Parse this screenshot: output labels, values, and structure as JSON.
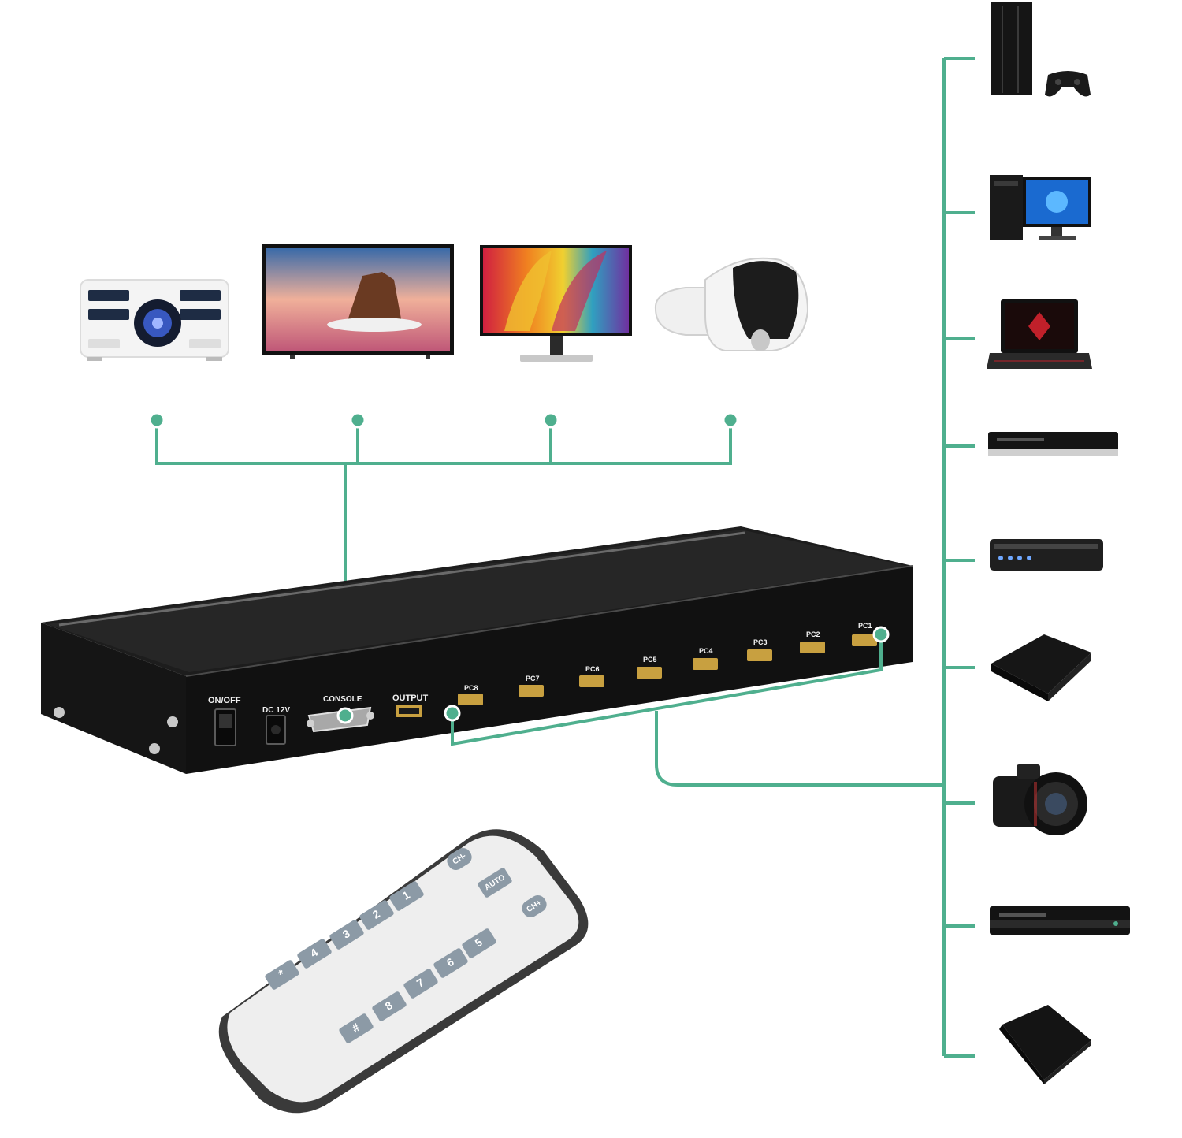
{
  "colors": {
    "connector": "#4faf8e",
    "device_body": "#1e1e1e",
    "device_front": "#141414",
    "hdmi_gold": "#c8a040",
    "remote_body": "#eeeeee",
    "remote_frame": "#3a3a3a",
    "remote_key": "#8c9aa6"
  },
  "switch_panel": {
    "power_label": "ON/OFF",
    "dc_label": "DC 12V",
    "console_label": "CONSOLE",
    "output_label": "OUTPUT",
    "inputs": [
      "PC8",
      "PC7",
      "PC6",
      "PC5",
      "PC4",
      "PC3",
      "PC2",
      "PC1"
    ]
  },
  "remote": {
    "keys": [
      "CH-",
      "AUTO",
      "CH+",
      "1",
      "2",
      "3",
      "4",
      "5",
      "6",
      "7",
      "8",
      "*",
      "#"
    ]
  },
  "output_devices": [
    "projector-icon",
    "tv-icon",
    "monitor-icon",
    "vr-headset-icon"
  ],
  "source_devices": [
    "game-console-icon",
    "desktop-pc-icon",
    "laptop-icon",
    "bluray-player-icon",
    "set-top-box-icon",
    "media-box-icon",
    "camera-icon",
    "dvd-player-icon",
    "streaming-box-icon"
  ]
}
